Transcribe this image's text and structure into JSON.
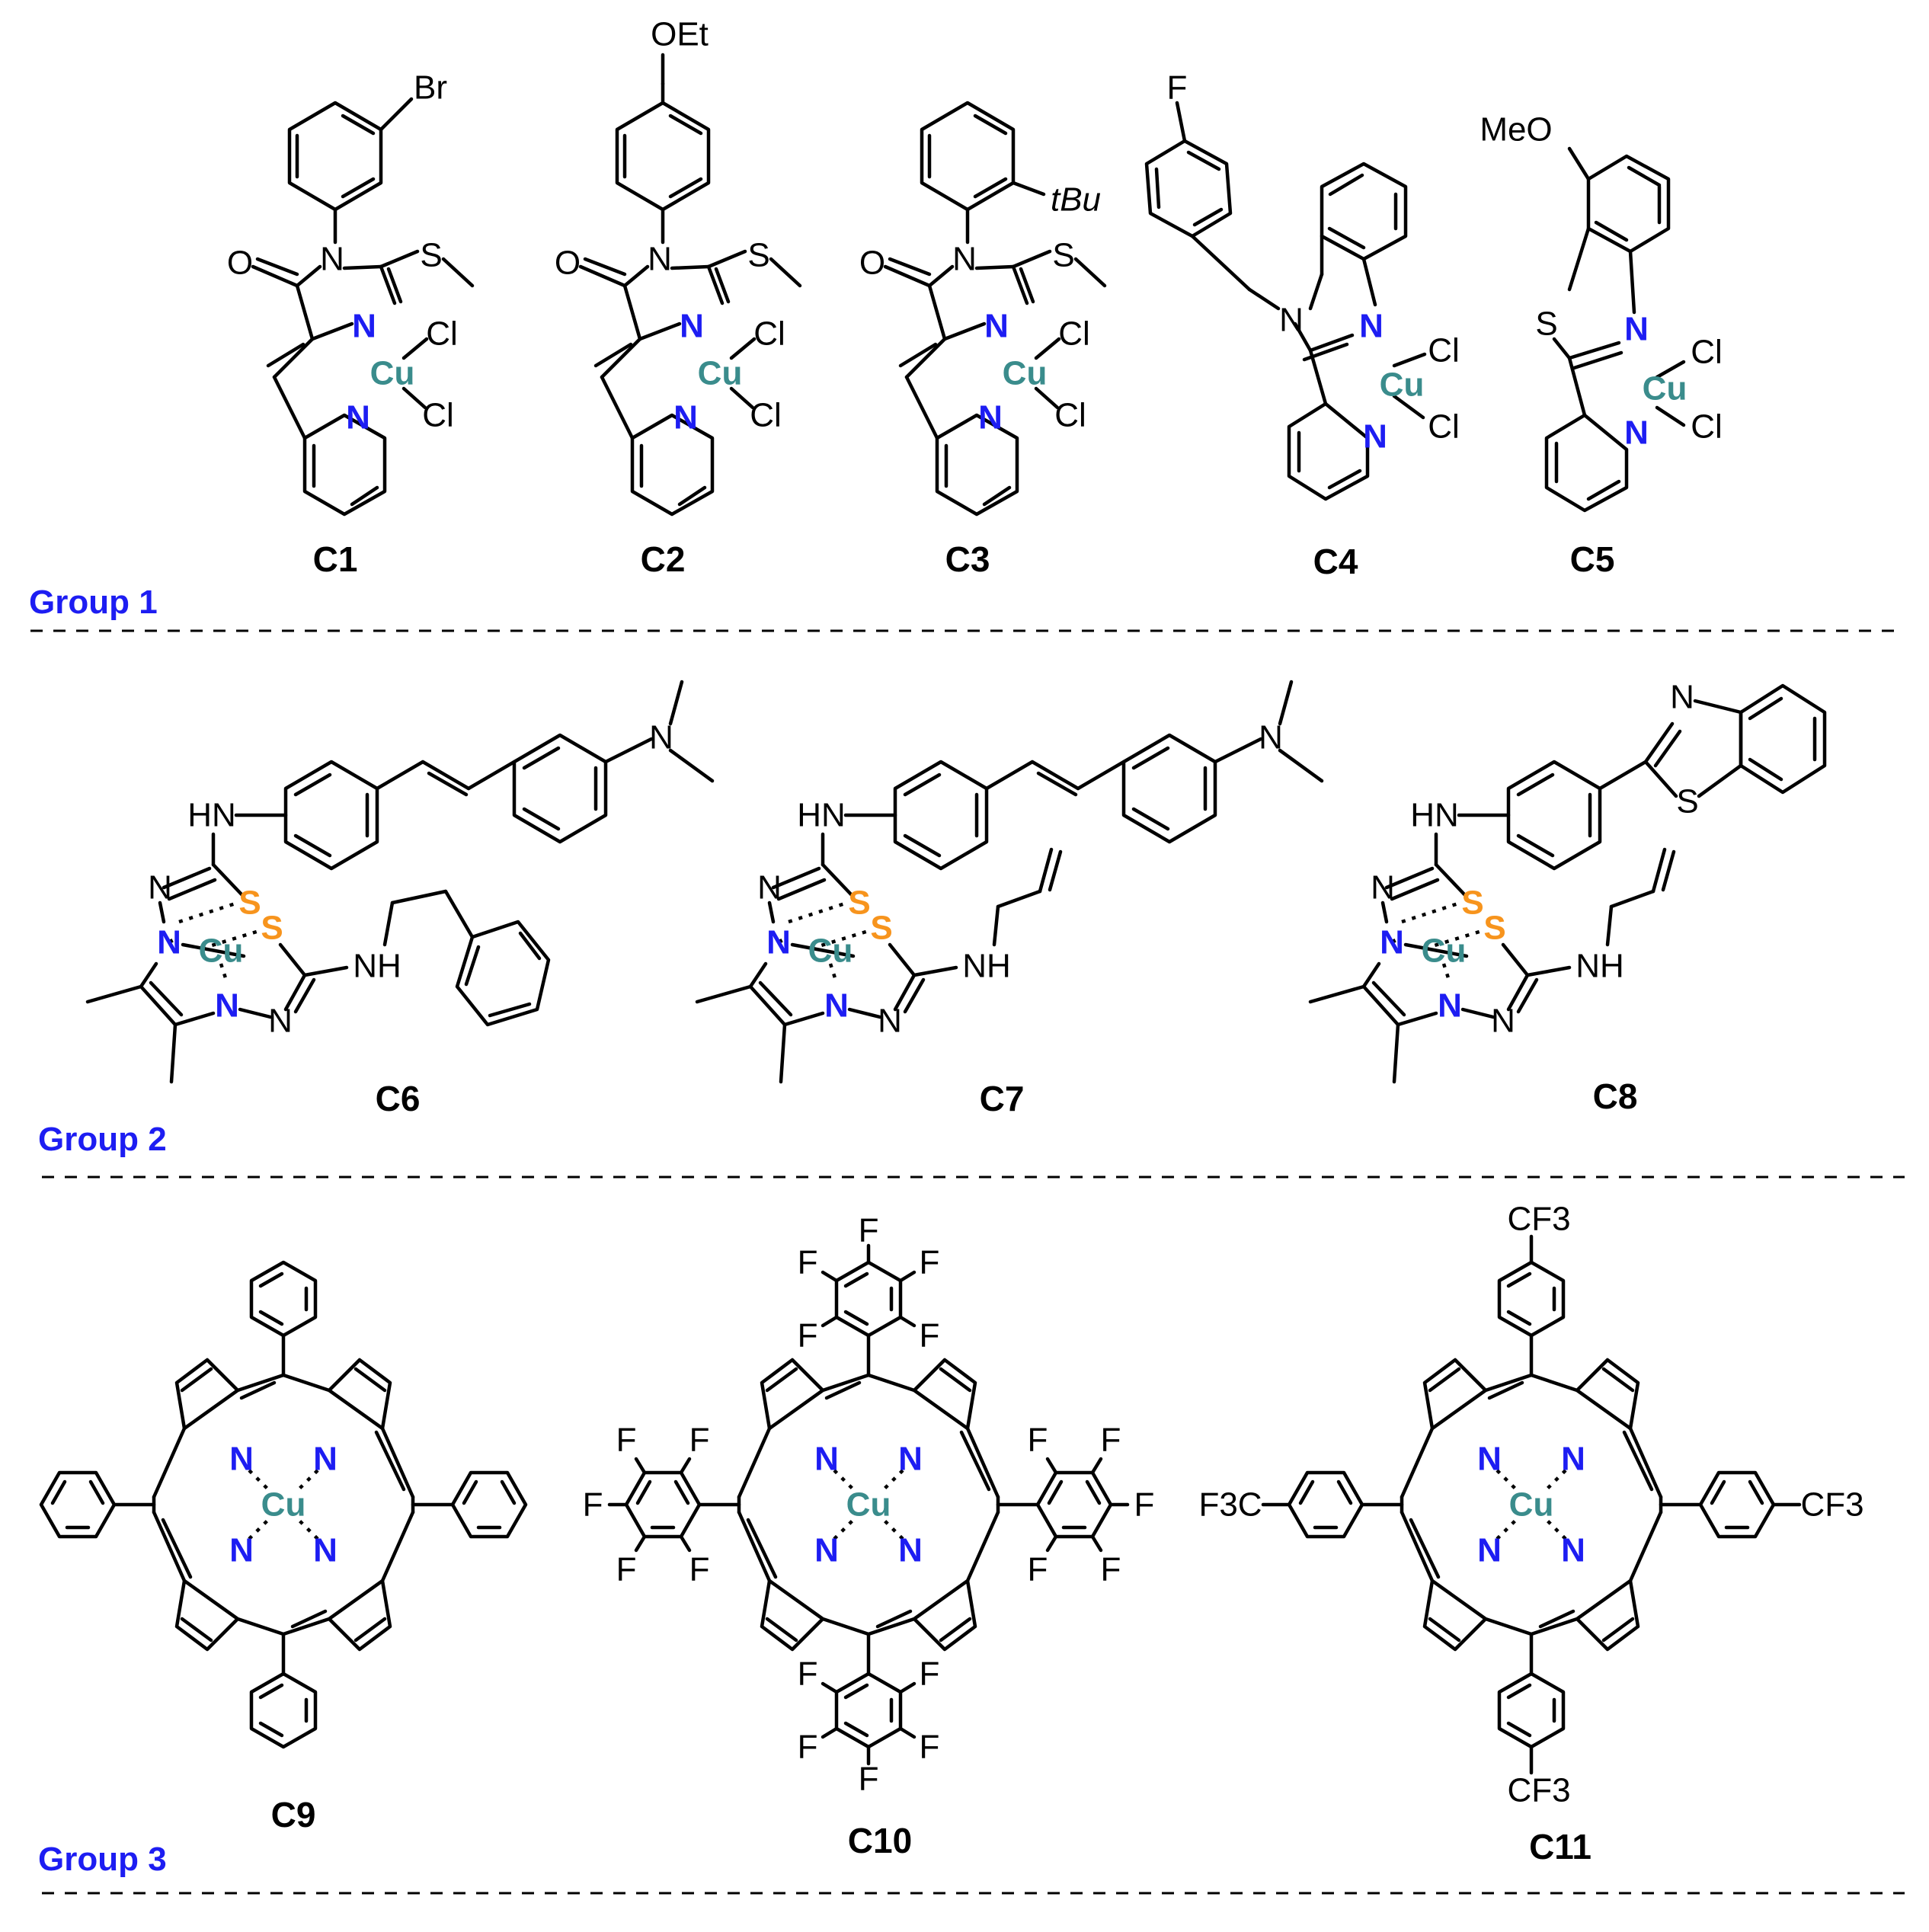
{
  "groups": [
    "Group 1",
    "Group 2",
    "Group 3"
  ],
  "compounds": {
    "c1": "C1",
    "c2": "C2",
    "c3": "C3",
    "c4": "C4",
    "c5": "C5",
    "c6": "C6",
    "c7": "C7",
    "c8": "C8",
    "c9": "C9",
    "c10": "C10",
    "c11": "C11"
  },
  "atoms": {
    "Br": "Br",
    "OEt": "OEt",
    "tBu": "tBu",
    "F": "F",
    "MeO": "MeO",
    "O": "O",
    "N": "N",
    "S": "S",
    "Cu": "Cu",
    "Cl": "Cl",
    "HN": "HN",
    "NH": "NH",
    "CF3": "CF3",
    "F3C": "F3C"
  },
  "colors": {
    "nitrogen": "#1d1df2",
    "copper": "#3a8c8c",
    "sulfur": "#f7941d",
    "group_label": "#1d1df2"
  }
}
